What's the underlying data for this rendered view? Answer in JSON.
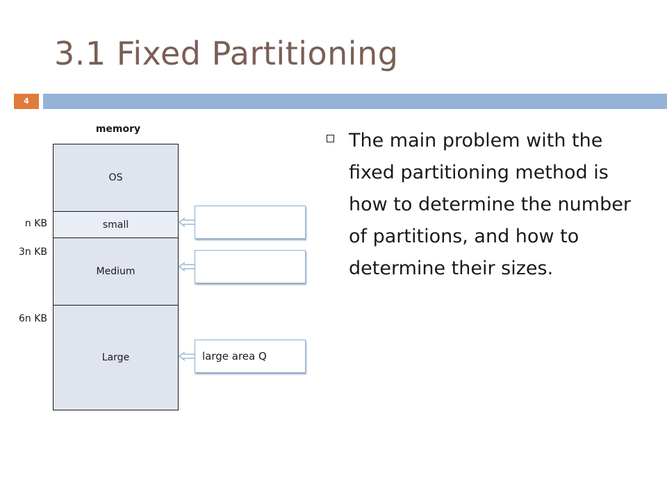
{
  "slide": {
    "title": "3.1 Fixed Partitioning",
    "number": "4"
  },
  "diagram": {
    "memory_label": "memory",
    "partitions": [
      "OS",
      "small",
      "Medium",
      "Large"
    ],
    "addresses": [
      "n KB",
      "3n KB",
      "6n KB"
    ],
    "queues": [
      "",
      "",
      "large area Q"
    ]
  },
  "bullet": {
    "text": "The main problem with the fixed partitioning method is how to determine the number of partitions, and how to determine their sizes."
  },
  "colors": {
    "title": "#7a5f55",
    "slide_number_bg": "#e07b39",
    "top_bar": "#94b3d6",
    "partition_fill": "#dfe4ef",
    "queue_border": "#8fb0d8",
    "arrow": "#9bb8dc"
  }
}
